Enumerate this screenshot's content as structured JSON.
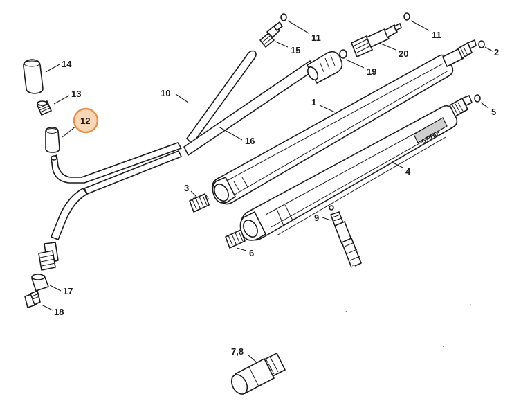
{
  "diagram": {
    "highlight_color": "#e8914a",
    "callouts": {
      "c1": "1",
      "c2": "2",
      "c3": "3",
      "c4": "4",
      "c5": "5",
      "c6": "6",
      "c78": "7,8",
      "c9": "9",
      "c10": "10",
      "c11a": "11",
      "c11b": "11",
      "c12": "12",
      "c13": "13",
      "c14": "14",
      "c15": "15",
      "c16": "16",
      "c17": "17",
      "c18": "18",
      "c19": "19",
      "c20": "20"
    },
    "brand_mark": "STIHL"
  }
}
